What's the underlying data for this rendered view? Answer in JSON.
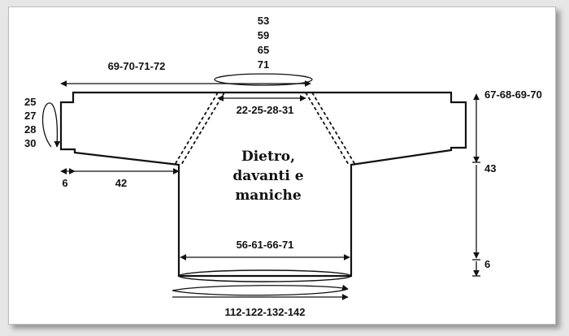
{
  "diagram": {
    "title": [
      "Dietro,",
      "davanti e",
      "maniche"
    ],
    "measures": {
      "neck_top": [
        "53",
        "59",
        "65",
        "71"
      ],
      "half_width": "69-70-71-72",
      "neck_width": "22-25-28-31",
      "cuff": [
        "25",
        "27",
        "28",
        "30"
      ],
      "cuff_rib": "6",
      "sleeve_length": "42",
      "total_length": "67-68-69-70",
      "body_length": "43",
      "bottom_rib": "6",
      "body_width": "56-61-66-71",
      "hem": "112-122-132-142"
    }
  },
  "colors": {
    "line": "#111111",
    "frame_border": "#bcbcbc",
    "background": "#e6e6e6"
  }
}
